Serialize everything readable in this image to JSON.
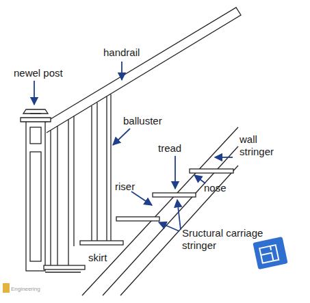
{
  "diagram": {
    "labels": [
      "newel post",
      "handrail",
      "balluster",
      "tread",
      "wall stringer",
      "riser",
      "nose",
      "Sructural carriage stringer",
      "skirt",
      "Engineering"
    ]
  }
}
